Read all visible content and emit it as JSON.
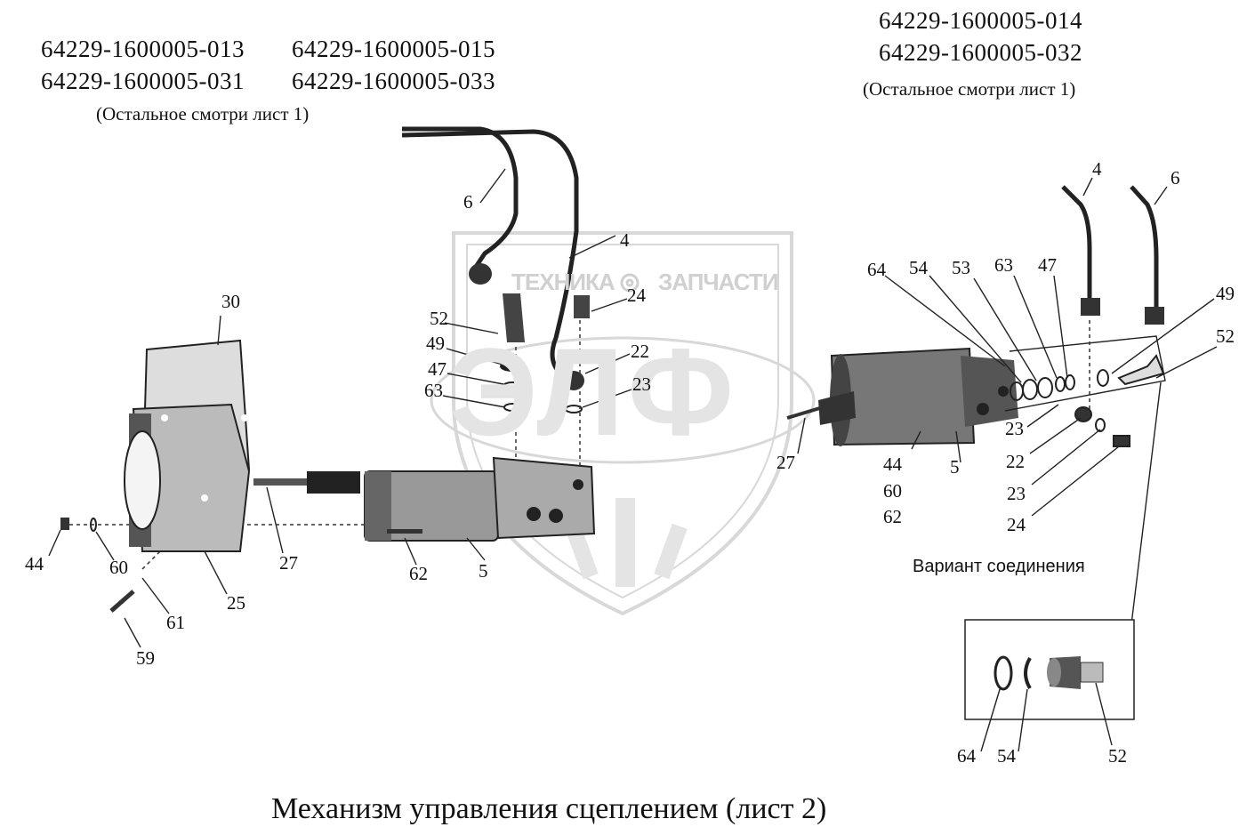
{
  "header_left": {
    "codes": [
      "64229-1600005-013",
      "64229-1600005-015",
      "64229-1600005-031",
      "64229-1600005-033"
    ],
    "note": "(Остальное смотри лист 1)"
  },
  "header_right": {
    "codes": [
      "64229-1600005-014",
      "64229-1600005-032"
    ],
    "note": "(Остальное смотри лист 1)"
  },
  "watermark": {
    "left_word": "ТЕХНИКА",
    "right_word": "ЗАПЧАСТИ",
    "letters": "ЭЛФ"
  },
  "labels": {
    "left_assembly": [
      "6",
      "4",
      "30",
      "52",
      "49",
      "47",
      "63",
      "24",
      "22",
      "23",
      "27",
      "44",
      "60",
      "61",
      "59",
      "25",
      "62",
      "5"
    ],
    "right_assembly": [
      "4",
      "6",
      "64",
      "54",
      "53",
      "63",
      "47",
      "49",
      "52",
      "27",
      "44",
      "60",
      "62",
      "5",
      "23",
      "22",
      "23",
      "24"
    ],
    "variant_box": [
      "64",
      "54",
      "52"
    ]
  },
  "variant_title": "Вариант соединения",
  "caption": "Механизм управления сцеплением (лист 2)"
}
